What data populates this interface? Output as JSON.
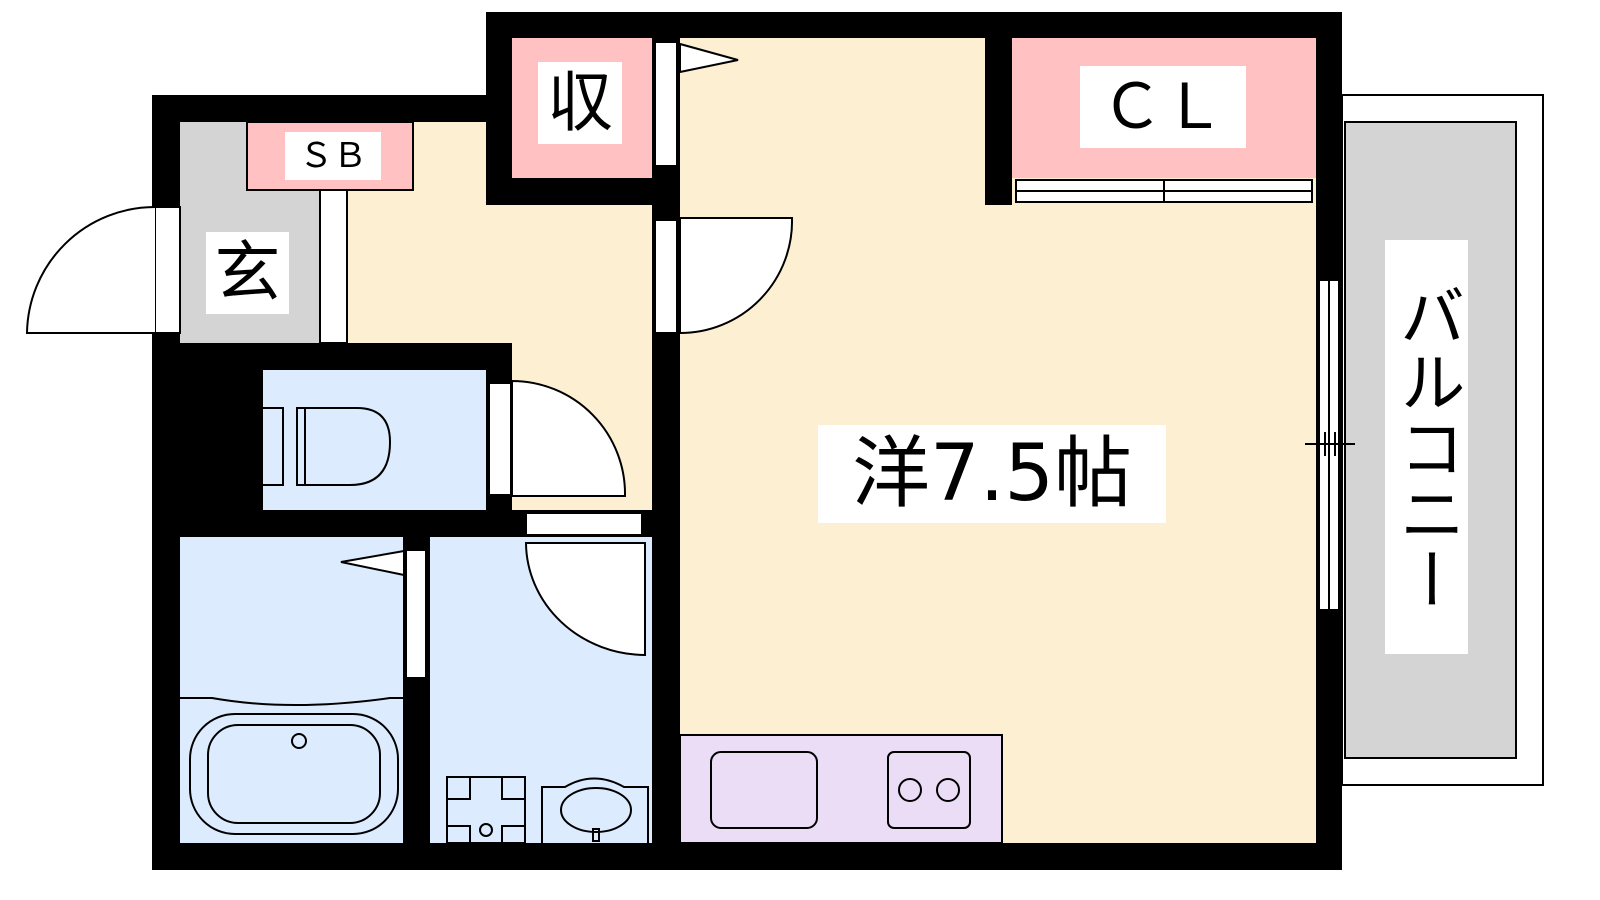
{
  "rooms": {
    "entrance": "玄",
    "shoe_box": "ＳＢ",
    "storage": "収",
    "closet": "ＣＬ",
    "western_room": "洋7.5帖",
    "balcony": "バルコニー"
  },
  "colors": {
    "wall": "#000000",
    "room": "#FDF0D2",
    "storage": "#FFC1C1",
    "entrance": "#D4D4D4",
    "wet_area": "#DCEBFD",
    "kitchen": "#EADDF5",
    "balcony": "#D4D4D4"
  }
}
